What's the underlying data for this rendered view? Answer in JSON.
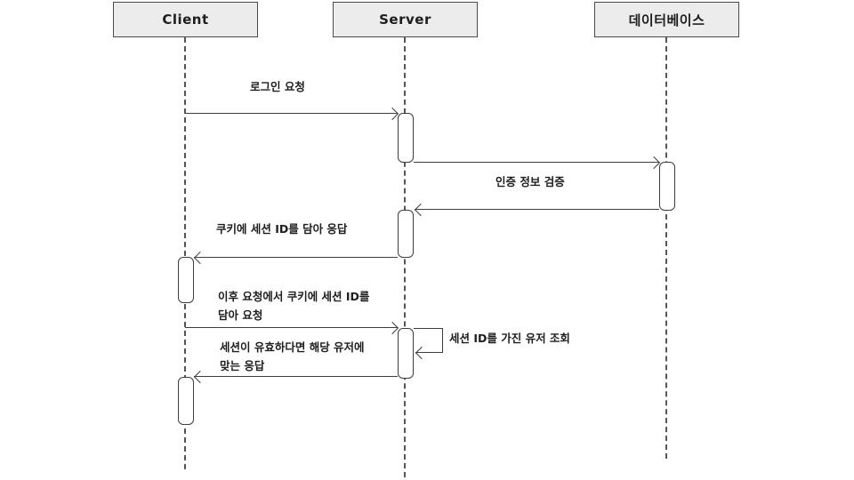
{
  "diagram": {
    "type": "sequence-diagram",
    "participants": [
      {
        "id": "client",
        "label": "Client"
      },
      {
        "id": "server",
        "label": "Server"
      },
      {
        "id": "database",
        "label": "데이터베이스"
      }
    ],
    "messages": [
      {
        "from": "Client",
        "to": "Server",
        "type": "request",
        "label": "로그인 요청"
      },
      {
        "from": "Server",
        "to": "데이터베이스",
        "type": "request",
        "label": "인증 정보 검증"
      },
      {
        "from": "데이터베이스",
        "to": "Server",
        "type": "return",
        "label": ""
      },
      {
        "from": "Server",
        "to": "Client",
        "type": "return",
        "label": "쿠키에 세션 ID를 담아 응답"
      },
      {
        "from": "Client",
        "to": "Server",
        "type": "request",
        "label": "이후 요청에서 쿠키에 세션 ID를\n담아 요청"
      },
      {
        "from": "Server",
        "to": "Server",
        "type": "self",
        "label": "세션 ID를 가진 유저 조회"
      },
      {
        "from": "Server",
        "to": "Client",
        "type": "return",
        "label": "세션이 유효하다면 해당 유저에\n맞는 응답"
      }
    ],
    "colors": {
      "background": "#ffffff",
      "box_fill": "#ececec",
      "box_border": "#4a4a4a",
      "line": "#3d3d3d",
      "lifeline": "#565656",
      "text": "#1e1e1e"
    }
  }
}
